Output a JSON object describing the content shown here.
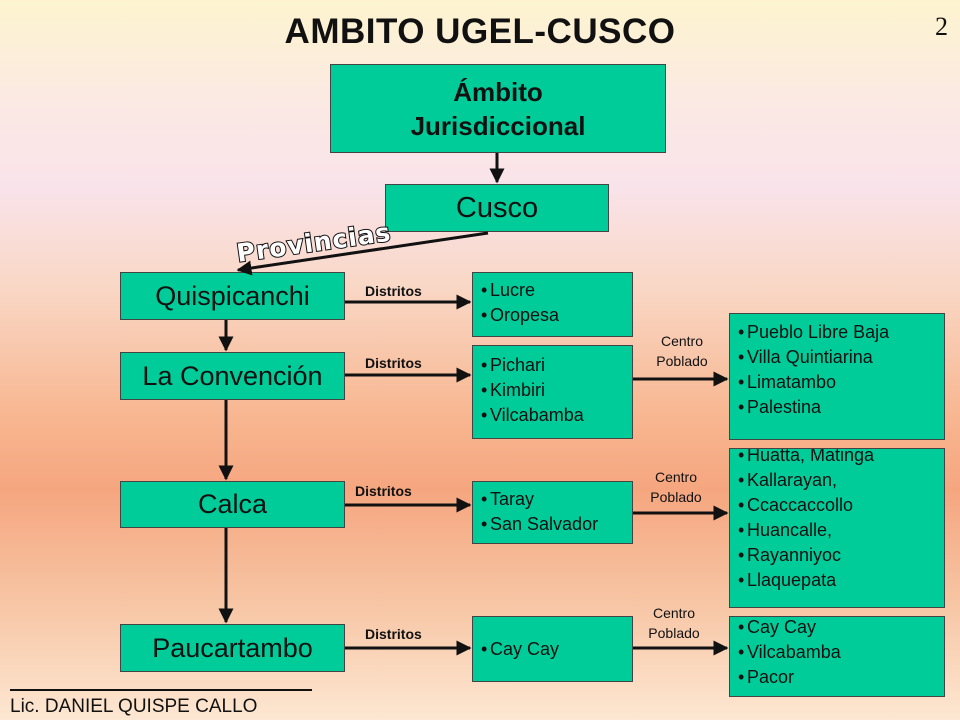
{
  "title": "AMBITO UGEL-CUSCO",
  "page_number": "2",
  "header_box": {
    "line1": "Ámbito",
    "line2": "Jurisdiccional"
  },
  "region": "Cusco",
  "provincias_label": "Provincias",
  "provinces": [
    {
      "name": "Quispicanchi",
      "relation": "Distritos",
      "districts": [
        "Lucre",
        "Oropesa"
      ]
    },
    {
      "name": "La Convención",
      "relation": "Distritos",
      "districts": [
        "Pichari",
        "Kimbiri",
        "Vilcabamba"
      ],
      "centro_label": [
        "Centro",
        "Poblado"
      ],
      "centros": [
        "Pueblo Libre Baja",
        "Villa Quintiarina",
        "Limatambo",
        "Palestina"
      ]
    },
    {
      "name": "Calca",
      "relation": "Distritos",
      "districts": [
        "Taray",
        "San Salvador"
      ],
      "centro_label": [
        "Centro",
        "Poblado"
      ],
      "centros": [
        "Huatta, Matinga",
        "Kallarayan,",
        "Ccaccaccollo",
        "Huancalle,",
        "Rayanniyoc",
        "Llaquepata"
      ]
    },
    {
      "name": "Paucartambo",
      "relation": "Distritos",
      "districts": [
        "Cay Cay"
      ],
      "centro_label": [
        "Centro",
        "Poblado"
      ],
      "centros": [
        "Cay Cay",
        "Vilcabamba",
        "Pacor"
      ]
    }
  ],
  "author": "Lic. DANIEL QUISPE CALLO",
  "colors": {
    "box": "#00cc99",
    "arrow": "#111111",
    "provincias_text": "#ffffff"
  }
}
